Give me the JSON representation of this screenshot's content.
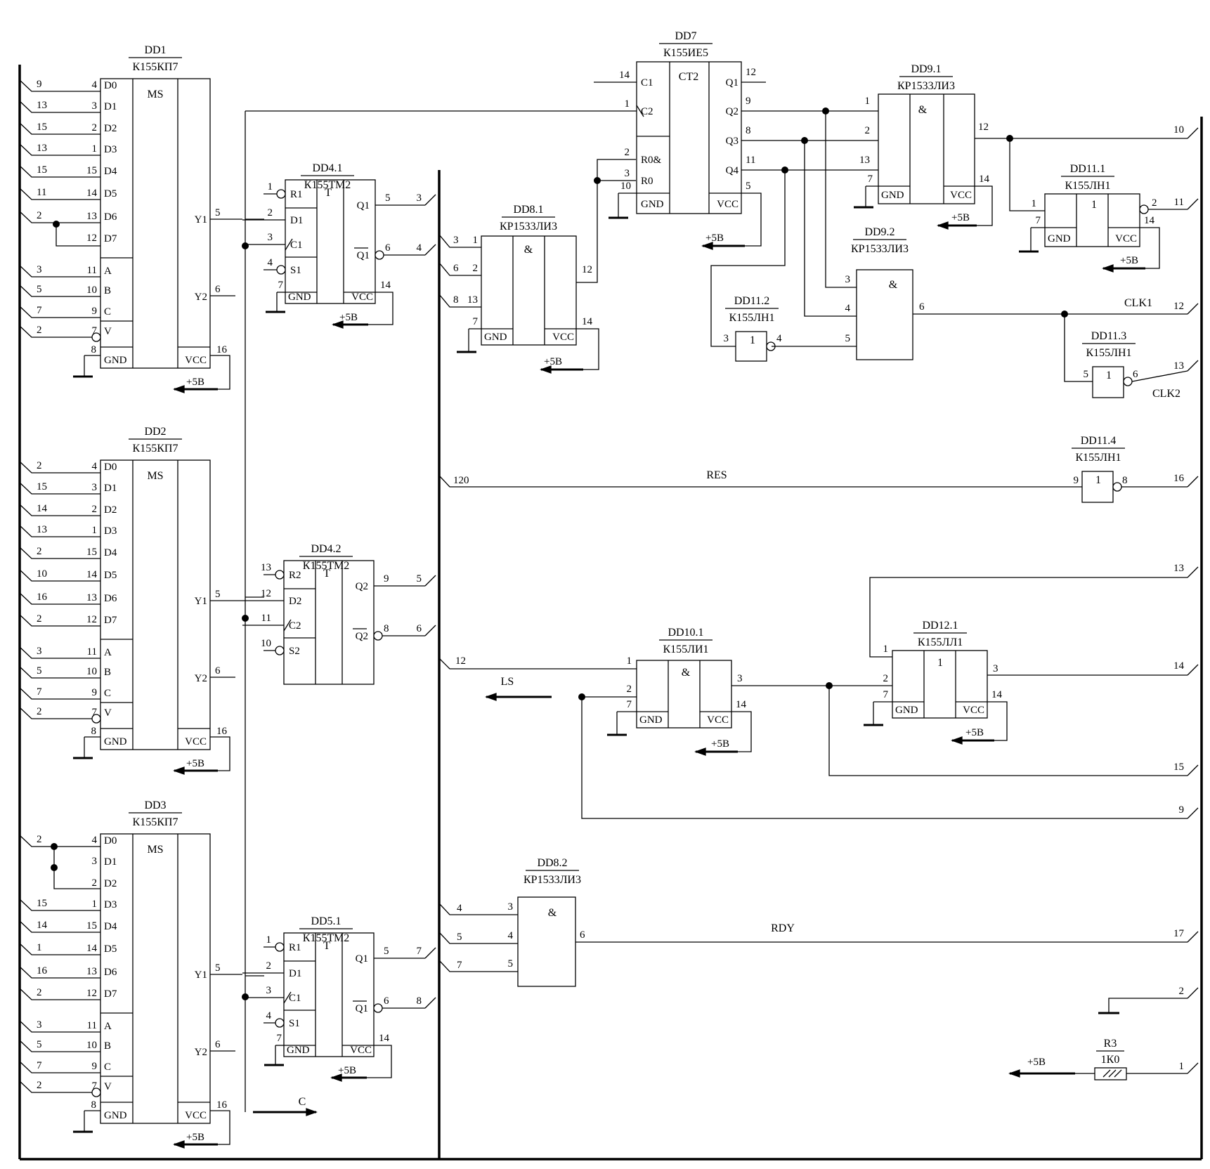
{
  "chips": [
    {
      "id": "dd1",
      "name": "DD1",
      "type": "К155КП7",
      "func": "MS",
      "left_pins": [
        {
          "p": "4",
          "l": "D0",
          "w": "9"
        },
        {
          "p": "3",
          "l": "D1",
          "w": "13"
        },
        {
          "p": "2",
          "l": "D2",
          "w": "15"
        },
        {
          "p": "1",
          "l": "D3",
          "w": "13"
        },
        {
          "p": "15",
          "l": "D4",
          "w": "15"
        },
        {
          "p": "14",
          "l": "D5",
          "w": "11"
        },
        {
          "p": "13",
          "l": "D6",
          "w": "2"
        },
        {
          "p": "12",
          "l": "D7",
          "w": ""
        },
        {
          "p": "11",
          "l": "A",
          "w": "3"
        },
        {
          "p": "10",
          "l": "B",
          "w": "5"
        },
        {
          "p": "9",
          "l": "C",
          "w": "7"
        },
        {
          "p": "7",
          "l": "V",
          "w": "2"
        }
      ],
      "right_pins": [
        {
          "p": "5",
          "l": "Y1"
        },
        {
          "p": "6",
          "l": "Y2"
        }
      ],
      "gnd": "8",
      "vcc": "16",
      "pwr": "+5В"
    },
    {
      "id": "dd2",
      "name": "DD2",
      "type": "К155КП7",
      "func": "MS",
      "left_pins": [
        {
          "p": "4",
          "l": "D0",
          "w": "2"
        },
        {
          "p": "3",
          "l": "D1",
          "w": "15"
        },
        {
          "p": "2",
          "l": "D2",
          "w": "14"
        },
        {
          "p": "1",
          "l": "D3",
          "w": "13"
        },
        {
          "p": "15",
          "l": "D4",
          "w": "2"
        },
        {
          "p": "14",
          "l": "D5",
          "w": "10"
        },
        {
          "p": "13",
          "l": "D6",
          "w": "16"
        },
        {
          "p": "12",
          "l": "D7",
          "w": "2"
        },
        {
          "p": "11",
          "l": "A",
          "w": "3"
        },
        {
          "p": "10",
          "l": "B",
          "w": "5"
        },
        {
          "p": "9",
          "l": "C",
          "w": "7"
        },
        {
          "p": "7",
          "l": "V",
          "w": "2"
        }
      ],
      "right_pins": [
        {
          "p": "5",
          "l": "Y1"
        },
        {
          "p": "6",
          "l": "Y2"
        }
      ],
      "gnd": "8",
      "vcc": "16",
      "pwr": "+5В"
    },
    {
      "id": "dd3",
      "name": "DD3",
      "type": "К155КП7",
      "func": "MS",
      "left_pins": [
        {
          "p": "4",
          "l": "D0",
          "w": "2"
        },
        {
          "p": "3",
          "l": "D1",
          "w": ""
        },
        {
          "p": "2",
          "l": "D2",
          "w": ""
        },
        {
          "p": "1",
          "l": "D3",
          "w": "15"
        },
        {
          "p": "15",
          "l": "D4",
          "w": "14"
        },
        {
          "p": "14",
          "l": "D5",
          "w": "1"
        },
        {
          "p": "13",
          "l": "D6",
          "w": "16"
        },
        {
          "p": "12",
          "l": "D7",
          "w": "2"
        },
        {
          "p": "11",
          "l": "A",
          "w": "3"
        },
        {
          "p": "10",
          "l": "B",
          "w": "5"
        },
        {
          "p": "9",
          "l": "C",
          "w": "7"
        },
        {
          "p": "7",
          "l": "V",
          "w": "2"
        }
      ],
      "right_pins": [
        {
          "p": "5",
          "l": "Y1"
        },
        {
          "p": "6",
          "l": "Y2"
        }
      ],
      "gnd": "8",
      "vcc": "16",
      "pwr": "+5В"
    },
    {
      "id": "dd41",
      "name": "DD4.1",
      "type": "К155ТМ2",
      "func": "T",
      "left_pins": [
        {
          "p": "1",
          "l": "R1"
        },
        {
          "p": "2",
          "l": "D1"
        },
        {
          "p": "3",
          "l": "C1"
        },
        {
          "p": "4",
          "l": "S1"
        }
      ],
      "right_pins": [
        {
          "p": "5",
          "l": "Q1",
          "b": "3"
        },
        {
          "p": "6",
          "l": "Q1",
          "b": "4"
        }
      ],
      "gnd": "7",
      "vcc": "14",
      "pwr": "+5В"
    },
    {
      "id": "dd42",
      "name": "DD4.2",
      "type": "К155ТМ2",
      "func": "T",
      "left_pins": [
        {
          "p": "13",
          "l": "R2"
        },
        {
          "p": "12",
          "l": "D2"
        },
        {
          "p": "11",
          "l": "C2"
        },
        {
          "p": "10",
          "l": "S2"
        }
      ],
      "right_pins": [
        {
          "p": "9",
          "l": "Q2",
          "b": "5"
        },
        {
          "p": "8",
          "l": "Q2",
          "b": "6"
        }
      ]
    },
    {
      "id": "dd51",
      "name": "DD5.1",
      "type": "К155ТМ2",
      "func": "T",
      "left_pins": [
        {
          "p": "1",
          "l": "R1"
        },
        {
          "p": "2",
          "l": "D1"
        },
        {
          "p": "3",
          "l": "C1"
        },
        {
          "p": "4",
          "l": "S1"
        }
      ],
      "right_pins": [
        {
          "p": "5",
          "l": "Q1",
          "b": "7"
        },
        {
          "p": "6",
          "l": "Q1",
          "b": "8"
        }
      ],
      "gnd": "7",
      "vcc": "14",
      "pwr": "+5В"
    },
    {
      "id": "dd7",
      "name": "DD7",
      "type": "К155ИЕ5",
      "func": "CT2",
      "left_pins": [
        {
          "p": "14",
          "l": "C1"
        },
        {
          "p": "1",
          "l": "C2"
        },
        {
          "p": "2",
          "l": "R0&"
        },
        {
          "p": "3",
          "l": "R0"
        }
      ],
      "right_pins": [
        {
          "p": "12",
          "l": "Q1"
        },
        {
          "p": "9",
          "l": "Q2"
        },
        {
          "p": "8",
          "l": "Q3"
        },
        {
          "p": "11",
          "l": "Q4"
        }
      ],
      "gnd": "10",
      "vcc": "5",
      "pwr": "+5В"
    },
    {
      "id": "dd81",
      "name": "DD8.1",
      "type": "КР1533ЛИ3",
      "func": "&",
      "left_pins": [
        {
          "p": "1",
          "b": "3"
        },
        {
          "p": "2",
          "b": "6"
        },
        {
          "p": "13",
          "b": "8"
        }
      ],
      "out": "12",
      "gnd": "7",
      "vcc": "14",
      "pwr": "+5В"
    },
    {
      "id": "dd82",
      "name": "DD8.2",
      "type": "КР1533ЛИ3",
      "func": "&",
      "left_pins": [
        {
          "p": "3",
          "b": "4"
        },
        {
          "p": "4",
          "b": "5"
        },
        {
          "p": "5",
          "b": "7"
        }
      ],
      "out": "6"
    },
    {
      "id": "dd91",
      "name": "DD9.1",
      "type": "КР1533ЛИ3",
      "func": "&",
      "left_pins": [
        {
          "p": "1"
        },
        {
          "p": "2"
        },
        {
          "p": "13"
        }
      ],
      "out": "12",
      "gnd": "7",
      "vcc": "14",
      "pwr": "+5В"
    },
    {
      "id": "dd92",
      "name": "DD9.2",
      "type": "КР1533ЛИ3",
      "func": "&",
      "left_pins": [
        {
          "p": "3"
        },
        {
          "p": "4"
        },
        {
          "p": "5"
        }
      ],
      "out": "6"
    },
    {
      "id": "dd101",
      "name": "DD10.1",
      "type": "К155ЛИ1",
      "func": "&",
      "left_pins": [
        {
          "p": "1"
        },
        {
          "p": "2"
        }
      ],
      "out": "3",
      "gnd": "7",
      "vcc": "14",
      "pwr": "+5В"
    },
    {
      "id": "dd111",
      "name": "DD11.1",
      "type": "К155ЛН1",
      "func": "1",
      "in": "1",
      "out": "2",
      "gnd": "7",
      "vcc": "14",
      "pwr": "+5В"
    },
    {
      "id": "dd112",
      "name": "DD11.2",
      "type": "К155ЛН1",
      "func": "1",
      "in": "3",
      "out": "4"
    },
    {
      "id": "dd113",
      "name": "DD11.3",
      "type": "К155ЛН1",
      "func": "1",
      "in": "5",
      "out": "6"
    },
    {
      "id": "dd114",
      "name": "DD11.4",
      "type": "К155ЛН1",
      "func": "1",
      "in": "9",
      "out": "8"
    },
    {
      "id": "dd121",
      "name": "DD12.1",
      "type": "К155ЛЛ1",
      "func": "1",
      "left_pins": [
        {
          "p": "1"
        },
        {
          "p": "2"
        }
      ],
      "out": "3",
      "gnd": "7",
      "vcc": "14",
      "pwr": "+5В"
    }
  ],
  "common": {
    "gnd": "GND",
    "vcc": "VCC"
  },
  "signals": {
    "res": "RES",
    "clk1": "CLK1",
    "clk2": "CLK2",
    "rdy": "RDY",
    "ls": "LS",
    "c": "C"
  },
  "bus_right": [
    "10",
    "11",
    "12",
    "13",
    "16",
    "13",
    "14",
    "15",
    "9",
    "17",
    "2",
    "1"
  ],
  "bus_mid": [
    "120",
    "12"
  ],
  "resistor": {
    "name": "R3",
    "value": "1К0",
    "pwr": "+5В"
  }
}
